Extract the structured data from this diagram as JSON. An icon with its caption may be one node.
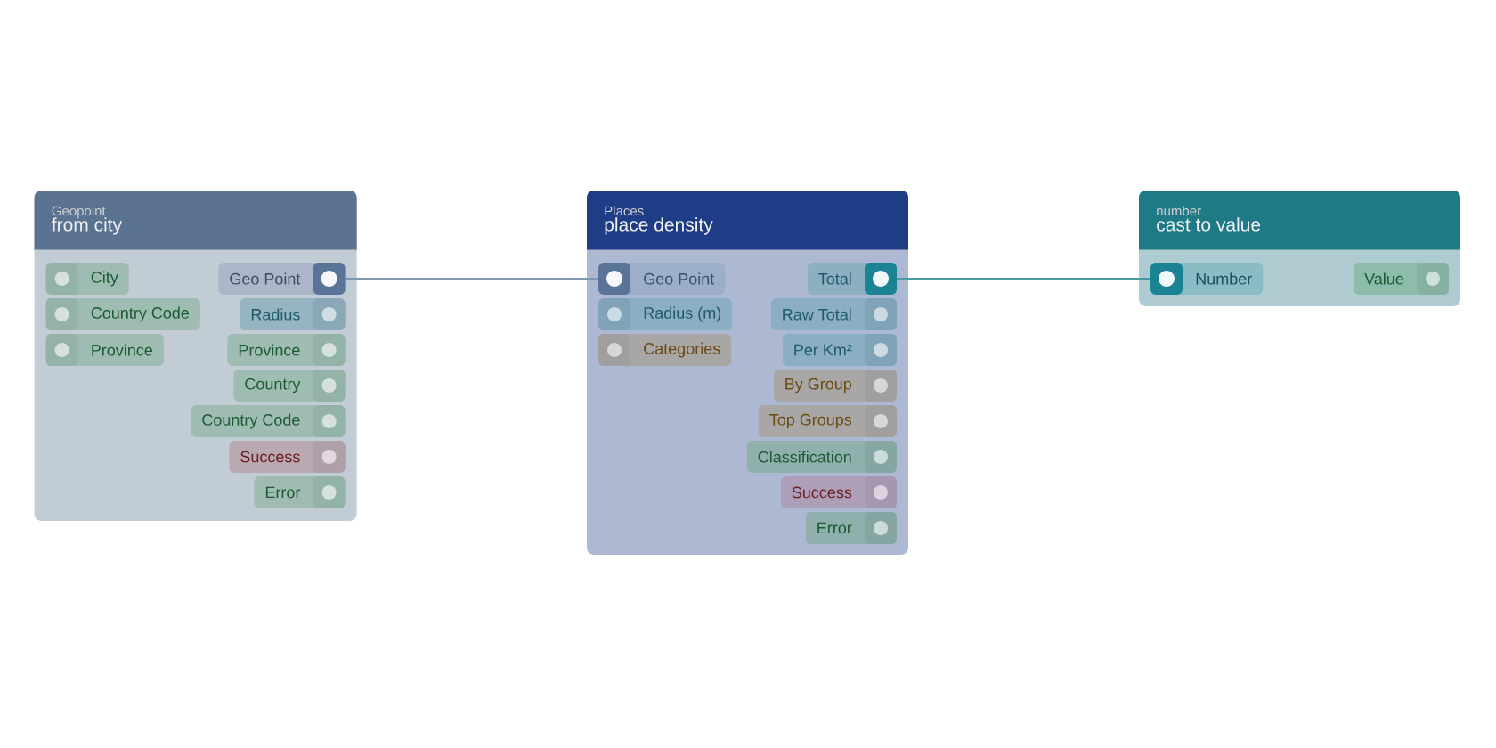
{
  "diagram": {
    "nodes": [
      {
        "text": [
          "Geopoint",
          "from city"
        ]
      },
      {
        "text": [
          "City"
        ],
        "in": 0
      },
      {
        "text": [
          "Geo Point"
        ],
        "in": 0
      },
      {
        "text": [
          "Country Code"
        ],
        "in": 0
      },
      {
        "text": [
          "Radius"
        ],
        "in": 0
      },
      {
        "text": [
          "Province"
        ],
        "in": 0
      },
      {
        "text": [
          "Province"
        ],
        "in": 0
      },
      {
        "text": [
          "Country"
        ],
        "in": 0
      },
      {
        "text": [
          "Country Code"
        ],
        "in": 0
      },
      {
        "text": [
          "Success"
        ],
        "in": 0
      },
      {
        "text": [
          "Error"
        ],
        "in": 0
      },
      {
        "text": [
          "Places",
          "place density"
        ]
      },
      {
        "text": [
          "Geo Point"
        ],
        "in": 11
      },
      {
        "text": [
          "Total"
        ],
        "in": 11
      },
      {
        "text": [
          "Radius (m)"
        ],
        "in": 11
      },
      {
        "text": [
          "Raw Total"
        ],
        "in": 11
      },
      {
        "text": [
          "Categories"
        ],
        "in": 11
      },
      {
        "text": [
          "Per Km²"
        ],
        "in": 11
      },
      {
        "text": [
          "By Group"
        ],
        "in": 11
      },
      {
        "text": [
          "Top Groups"
        ],
        "in": 11
      },
      {
        "text": [
          "Classification"
        ],
        "in": 11
      },
      {
        "text": [
          "Success"
        ],
        "in": 11
      },
      {
        "text": [
          "Error"
        ],
        "in": 11
      },
      {
        "text": [
          "number",
          "cast to value"
        ]
      },
      {
        "text": [
          "Number"
        ],
        "in": 23
      },
      {
        "text": [
          "Value"
        ],
        "in": 23
      }
    ],
    "edges": [
      {
        "from": 2,
        "to": 12,
        "arrow": "none"
      },
      {
        "from": 13,
        "to": 24,
        "arrow": "none",
        "color": "#4a9aa5"
      }
    ]
  }
}
